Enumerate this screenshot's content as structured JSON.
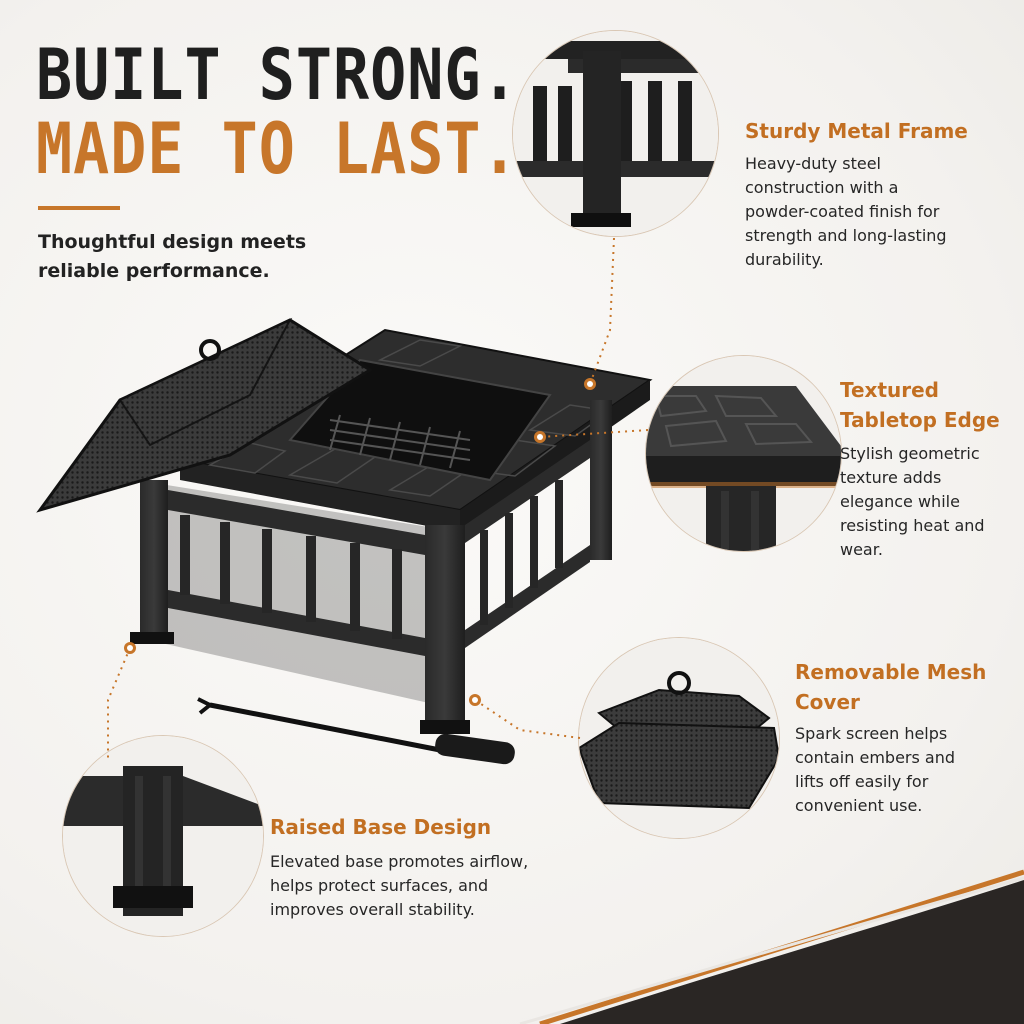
{
  "headline": {
    "line1": "BUILT STRONG.",
    "line2": "MADE TO LAST."
  },
  "tagline": "Thoughtful design meets reliable performance.",
  "features": [
    {
      "title": "Sturdy Metal Frame",
      "body": "Heavy-duty steel construction with a powder-coated finish for strength and long-lasting durability."
    },
    {
      "title": "Textured Tabletop Edge",
      "body": "Stylish geometric texture adds elegance while resisting heat and wear."
    },
    {
      "title": "Removable Mesh Cover",
      "body": "Spark screen helps contain embers and lifts off easily for convenient use."
    },
    {
      "title": "Raised Base Design",
      "body": "Elevated base promotes airflow, helps protect surfaces, and improves overall stability."
    }
  ],
  "colors": {
    "accent": "#c7762a",
    "dark": "#1f1f1f"
  }
}
